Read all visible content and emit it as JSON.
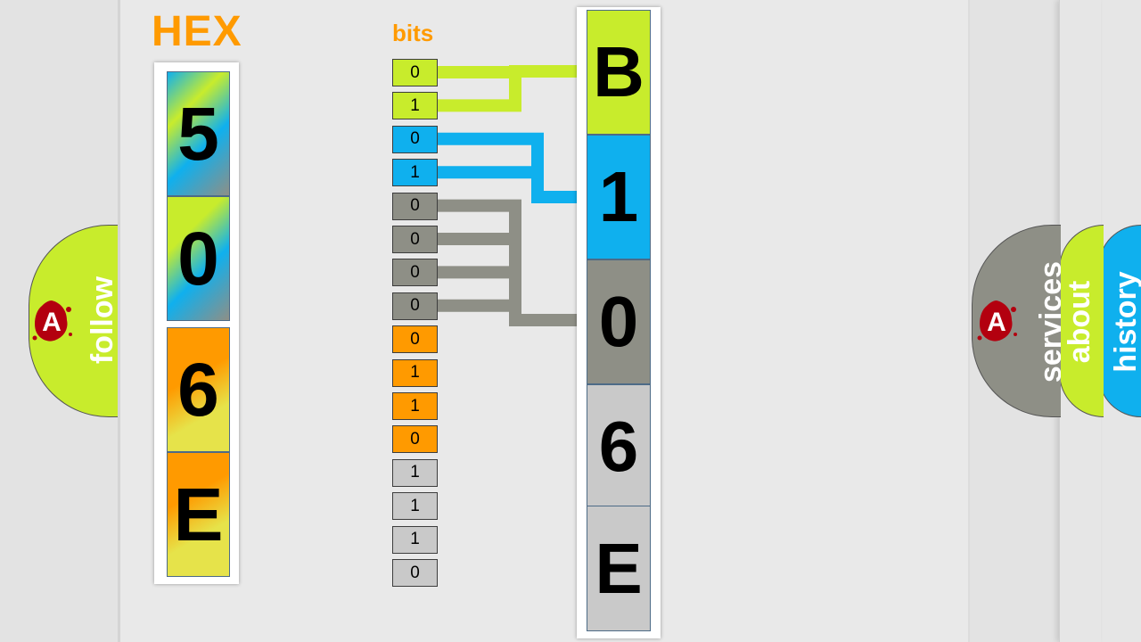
{
  "header": {
    "hex_label": "HEX",
    "bits_label": "bits"
  },
  "hex_digits": [
    "5",
    "0",
    "6",
    "E"
  ],
  "bits": [
    "0",
    "1",
    "0",
    "1",
    "0",
    "0",
    "0",
    "0",
    "0",
    "1",
    "1",
    "0",
    "1",
    "1",
    "1",
    "0"
  ],
  "result_digits": [
    "B",
    "1",
    "0",
    "6",
    "E"
  ],
  "tabs": {
    "follow": "follow",
    "services": "services",
    "about": "about",
    "history": "history"
  },
  "logo_letter": "A",
  "colors": {
    "lime": "#c8ec2c",
    "blue": "#0fb0ee",
    "gray": "#8e8f86",
    "light_gray": "#c9c9c9",
    "orange": "#ff9a00",
    "yellow": "#e6e34a",
    "logo_red": "#b3000f"
  }
}
